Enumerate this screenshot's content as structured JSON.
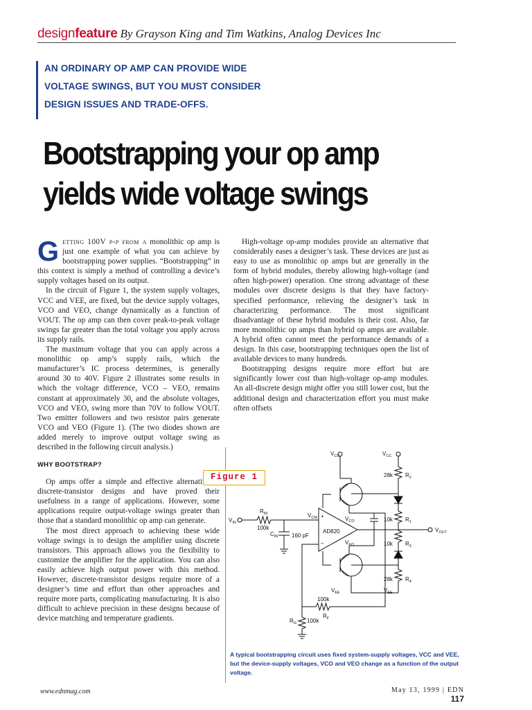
{
  "header": {
    "section_plain": "design",
    "section_bold": "feature",
    "byline": "By Grayson King and Tim Watkins, Analog Devices Inc"
  },
  "deck": [
    "AN ORDINARY OP AMP CAN PROVIDE WIDE",
    "VOLTAGE SWINGS, BUT YOU MUST CONSIDER",
    "DESIGN ISSUES AND TRADE-OFFS."
  ],
  "title": [
    "Bootstrapping your op amp",
    "yields wide voltage swings"
  ],
  "body": {
    "dropcap": "G",
    "lead": "etting 100V p-p from a",
    "p1_rest": " monolithic op amp is just one example of what you can achieve by bootstrapping power supplies. “Bootstrapping” in this context is simply a method of controlling a device’s supply voltages based on its output.",
    "p2": "In the circuit of Figure 1, the system supply voltages, VCC and VEE, are fixed, but the device supply voltages, VCO and VEO, change dynamically as a function of VOUT. The op amp can then cover peak-to-peak voltage swings far greater than the total voltage you apply across its supply rails.",
    "p3": "The maximum voltage that you can apply across a monolithic op amp’s supply rails, which the manufacturer’s IC process determines, is generally around 30 to 40V. Figure 2 illustrates some results in which the voltage difference, VCO – VEO, remains constant at approximately 30, and the absolute voltages, VCO and VEO, swing more than 70V to follow VOUT. Two emitter followers and two resistor pairs generate VCO and VEO (Figure 1). (The two diodes shown are added merely to improve output voltage swing as described in the following circuit analysis.)",
    "subhead": "WHY BOOTSTRAP?",
    "p4": "Op amps offer a simple and effective alternative to discrete-transistor designs and have proved their usefulness in a range of applications. However, some applications require output-voltage swings greater than those that a standard monolithic op amp can generate.",
    "p5": "The most direct approach to achieving these wide voltage swings is to design the amplifier using discrete transistors. This approach allows you the flexibility to customize the amplifier for the application. You can also easily achieve high output power with this method. However, discrete-transistor designs require more of a designer’s time and effort than other approaches and require more parts, complicating manufacturing. It is also difficult to achieve precision in these designs because of device matching and temperature gradients.",
    "c2p1": "High-voltage op-amp modules provide an alternative that considerably eases a designer’s task. These devices are just as easy to use as monolithic op amps but are generally in the form of hybrid modules, thereby allowing high-voltage (and often high-power) operation. One strong advantage of these modules over discrete designs is that they have factory-specified performance, relieving the designer’s task in characterizing performance. The most significant disadvantage of these hybrid modules is their cost. Also, far more monolithic op amps than hybrid op amps are available. A hybrid often cannot meet the performance demands of a design. In this case, bootstrapping techniques open the list of available devices to many hundreds.",
    "c2p2": "Bootstrapping designs require more effort but are significantly lower cost than high-voltage op-amp modules. An all-discrete design might offer you still lower cost, but the additional design and characterization effort you must make often offsets"
  },
  "figure": {
    "label": "Figure 1",
    "vcc1": "V",
    "cc": "CC",
    "r2_val": "28k",
    "r2": "R",
    "r2s": "2",
    "r1_val": "10k",
    "r1": "R",
    "r1s": "1",
    "r3_val": "10k",
    "r3": "R",
    "r3s": "3",
    "r4_val": "28k",
    "r4": "R",
    "r4s": "4",
    "vee": "V",
    "ee": "EE",
    "rin": "R",
    "rins": "IN",
    "rin_val": "100k",
    "vin": "V",
    "vins": "IN",
    "cin": "C",
    "cins": "IN",
    "cin_val": "160 pF",
    "vcm": "V",
    "vcms": "CM",
    "vco": "V",
    "cos": "CO",
    "veo": "V",
    "eos": "EO",
    "part": "AD820",
    "plus": "+",
    "minus": "–",
    "vout": "V",
    "vouts": "OUT",
    "rf": "R",
    "rfs": "F",
    "rf_val": "100k",
    "rg": "R",
    "rgs": "G",
    "rg_val": "100k"
  },
  "caption": "A typical bootstrapping circuit uses fixed system-supply voltages, VCC and VEE, but the device-supply voltages, VCO and VEO change as a function of the output voltage.",
  "footer": {
    "url": "www.ednmag.com",
    "issue": "May 13, 1999 | EDN",
    "page": "117"
  }
}
